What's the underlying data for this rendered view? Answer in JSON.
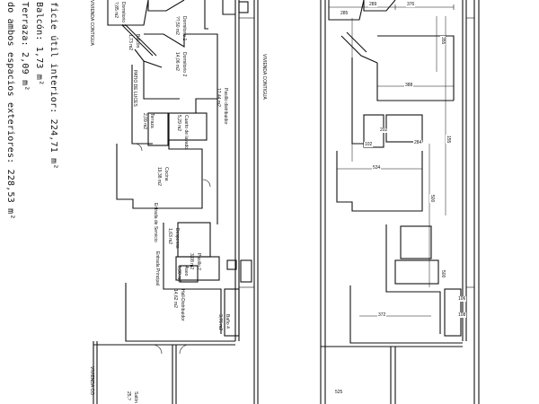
{
  "summary": {
    "line1": "ficie útil interior: 224,71 m²",
    "line2": "Balcón: 1,73 m²",
    "line3": "Terraza: 2,09 m²",
    "line4": "do ambos espacios exteriores: 228,53 m²"
  },
  "labels": {
    "vivienda_contigua_top": "VIVIENDA CONTIGUA",
    "vivienda_contigua_right": "VIVIENDA CONTIGUA",
    "vivienda_contigua_bottom": "VIVIENDA CO",
    "patio_de_luces": "PATIO DE LUCES"
  },
  "rooms": [
    {
      "key": "dormitorio3",
      "name": "Dormitorio 3",
      "area": "?,85 m2"
    },
    {
      "key": "dormitorio1",
      "name": "Dormitorio 1",
      "area": "??,50 m2"
    },
    {
      "key": "dormitorio2",
      "name": "Dormitorio 2",
      "area": "14,06 m2"
    },
    {
      "key": "balcon",
      "name": "Balcón",
      "area": "1,73 m2"
    },
    {
      "key": "pasillo",
      "name": "Pasillo distribuidor",
      "area": "17,44 m2"
    },
    {
      "key": "cuarto_lavado",
      "name": "Cuarto de lavado",
      "area": "5,29 m2"
    },
    {
      "key": "terraza",
      "name": "Terraza",
      "area": "2,09 m2"
    },
    {
      "key": "cocina",
      "name": "Cocina",
      "area": "19,38 m2"
    },
    {
      "key": "entrada_servicio",
      "name": "Entrada de Servicio",
      "area": ""
    },
    {
      "key": "despensa",
      "name": "Despensa",
      "area": "1,63 m2"
    },
    {
      "key": "pasillo2",
      "name": "Pasillo 2",
      "area": "3,08 m2"
    },
    {
      "key": "entrada_principal",
      "name": "Entrada Principal",
      "area": ""
    },
    {
      "key": "aseo",
      "name": "Aseo",
      "area": "0,90 m2"
    },
    {
      "key": "hall",
      "name": "Hall-Distribuidor",
      "area": "14,62 m2"
    },
    {
      "key": "bano4",
      "name": "Baño 4",
      "area": "3,76 m2"
    },
    {
      "key": "salon",
      "name": "Salón",
      "area": "25,?"
    }
  ],
  "dimensions": [
    "285",
    "289",
    "376",
    "388",
    "202",
    "102",
    "284",
    "534",
    "500",
    "372",
    "500",
    "106",
    "108",
    "155",
    "355",
    "525"
  ]
}
